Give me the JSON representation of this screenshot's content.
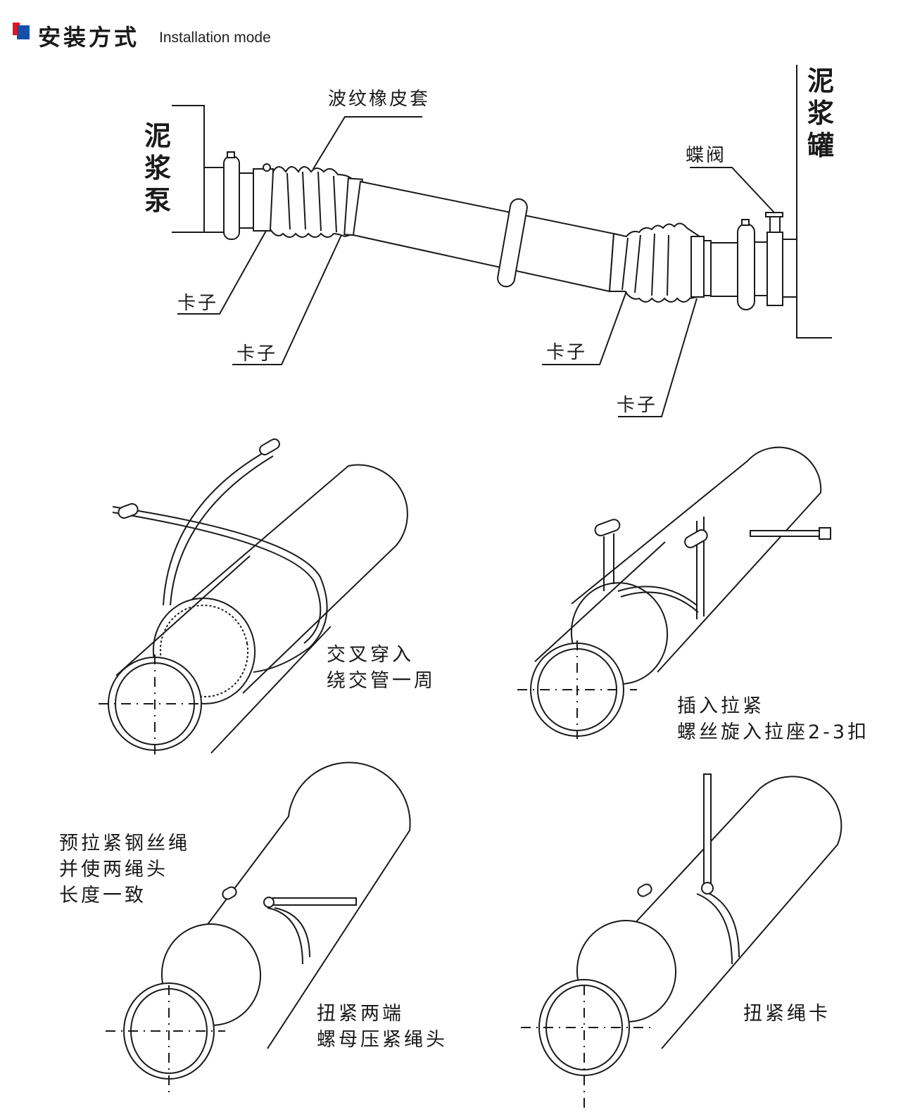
{
  "header": {
    "title_cn": "安装方式",
    "title_en": "Installation mode",
    "logo_colors": {
      "red": "#e8141c",
      "blue": "#1450a8"
    }
  },
  "overview_diagram": {
    "mud_pump": "泥浆泵",
    "mud_tank": "泥浆罐",
    "bellows_cover": "波纹橡皮套",
    "butterfly_valve": "蝶阀",
    "clamp_labels": [
      "卡子",
      "卡子",
      "卡子",
      "卡子"
    ]
  },
  "steps": [
    {
      "lines": [
        "交叉穿入",
        "绕交管一周"
      ]
    },
    {
      "lines": [
        "插入拉紧",
        "螺丝旋入拉座2-3扣"
      ]
    },
    {
      "lines": [
        "预拉紧钢丝绳",
        "并使两绳头",
        "长度一致"
      ],
      "lines2": [
        "扭紧两端",
        "螺母压紧绳头"
      ]
    },
    {
      "lines": [
        "扭紧绳卡"
      ]
    }
  ]
}
